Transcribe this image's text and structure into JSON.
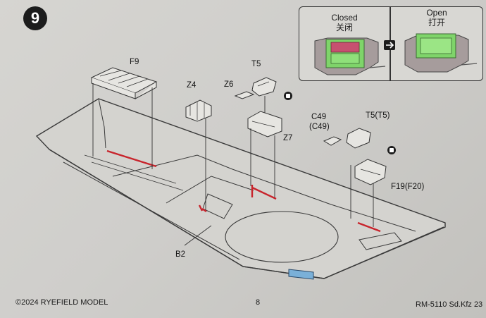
{
  "step": {
    "number": "9"
  },
  "inset": {
    "closed_label": "Closed",
    "closed_label_cn": "关闭",
    "open_label": "Open",
    "open_label_cn": "打开"
  },
  "parts": {
    "f9": "F9",
    "z4": "Z4",
    "z6": "Z6",
    "t5": "T5",
    "z7": "Z7",
    "c49": "C49",
    "c49_alt": "(C49)",
    "t5_alt": "T5(T5)",
    "f19": "F19(F20)",
    "b2": "B2"
  },
  "footer": {
    "copyright": "©2024 RYEFIELD MODEL",
    "page_number": "8",
    "model_code": "RM-5110 Sd.Kfz 23"
  },
  "colors": {
    "glue_marks": "#c8242c",
    "closed_open_parts": "#7fd46a",
    "hull_outline": "#3a3a3a"
  },
  "icons": [
    "glue-icon",
    "arrow-right-icon"
  ]
}
